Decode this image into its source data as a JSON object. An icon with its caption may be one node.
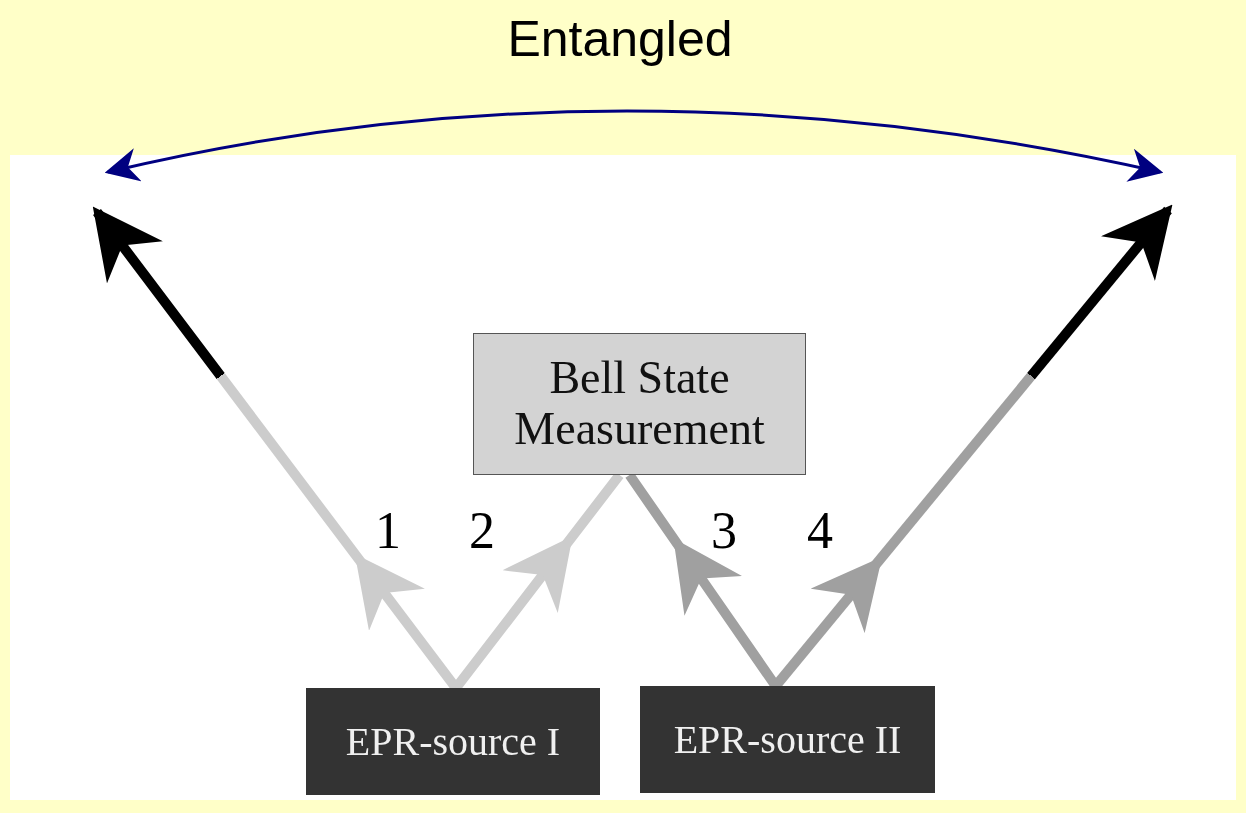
{
  "diagram": {
    "nodes": [
      {
        "text": [
          "Bell State Measurement"
        ]
      },
      {
        "text": [
          "EPR-source I"
        ]
      },
      {
        "text": [
          "EPR-source II"
        ]
      }
    ],
    "edges": [
      {
        "from": 1,
        "to": null,
        "arrow": "to",
        "label": "1",
        "color": "#cccccc"
      },
      {
        "from": 1,
        "to": 0,
        "arrow": "to",
        "label": "2",
        "color": "#cccccc"
      },
      {
        "from": 2,
        "to": 0,
        "arrow": "to",
        "label": "3",
        "color": "#a0a0a0"
      },
      {
        "from": 2,
        "to": null,
        "arrow": "to",
        "label": "4",
        "color": "#a0a0a0"
      }
    ],
    "labels": [
      "Entangled"
    ]
  }
}
